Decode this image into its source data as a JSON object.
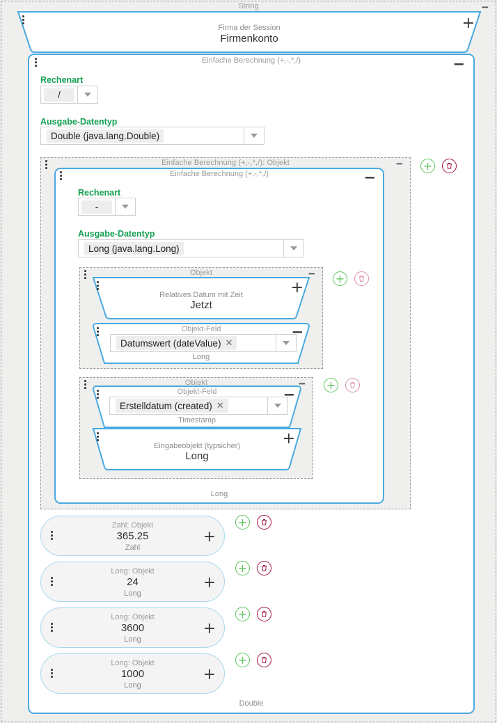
{
  "outer": {
    "type_label": "String",
    "collapse_icon": "minus-icon"
  },
  "session_block": {
    "title": "Firma der Session",
    "value": "Firmenkonto",
    "expand_icon": "plus-icon"
  },
  "calc_outer": {
    "title": "Einfache Berechnung (+,-,*,/)",
    "collapse_icon": "minus-icon",
    "operation_label": "Rechenart",
    "operation_value": "/",
    "datatype_label": "Ausgabe-Datentyp",
    "datatype_value": "Double (java.lang.Double)",
    "footer_type": "Double"
  },
  "calc_slot": {
    "slot_label": "Einfache Berechnung (+,-,*,/): Objekt",
    "collapse_icon": "minus-icon",
    "add_icon": "add-circle-icon",
    "delete_icon": "trash-circle-icon"
  },
  "calc_inner": {
    "title": "Einfache Berechnung (+,-,*,/)",
    "collapse_icon": "minus-icon",
    "operation_label": "Rechenart",
    "operation_value": "-",
    "datatype_label": "Ausgabe-Datentyp",
    "datatype_value": "Long (java.lang.Long)",
    "footer_type": "Long"
  },
  "objekt_slot_1": {
    "slot_label": "Objekt",
    "collapse_icon": "minus-icon",
    "add_icon": "add-circle-icon",
    "delete_icon": "trash-circle-icon",
    "date_block": {
      "title": "Relatives Datum mit Zeit",
      "value": "Jetzt",
      "expand_icon": "plus-icon"
    },
    "field_block": {
      "title": "Objekt-Feld",
      "collapse_icon": "minus-icon",
      "chip_value": "Datumswert (dateValue)",
      "chip_clear_icon": "clear-icon",
      "type": "Long"
    }
  },
  "objekt_slot_2": {
    "slot_label": "Objekt",
    "collapse_icon": "minus-icon",
    "add_icon": "add-circle-icon",
    "delete_icon": "trash-circle-icon",
    "field_block": {
      "title": "Objekt-Feld",
      "collapse_icon": "minus-icon",
      "chip_value": "Erstelldatum (created)",
      "chip_clear_icon": "clear-icon",
      "type": "Timestamp"
    },
    "input_block": {
      "title": "Eingabeobjekt (typsicher)",
      "value": "Long",
      "expand_icon": "plus-icon"
    }
  },
  "value_cards": [
    {
      "title": "Zahl: Objekt",
      "value": "365.25",
      "type": "Zahl",
      "add_icon": "add-circle-icon",
      "delete_icon": "trash-circle-icon",
      "expand_icon": "plus-icon"
    },
    {
      "title": "Long: Objekt",
      "value": "24",
      "type": "Long",
      "add_icon": "add-circle-icon",
      "delete_icon": "trash-circle-icon",
      "expand_icon": "plus-icon"
    },
    {
      "title": "Long: Objekt",
      "value": "3600",
      "type": "Long",
      "add_icon": "add-circle-icon",
      "delete_icon": "trash-circle-icon",
      "expand_icon": "plus-icon"
    },
    {
      "title": "Long: Objekt",
      "value": "1000",
      "type": "Long",
      "add_icon": "add-circle-icon",
      "delete_icon": "trash-circle-icon",
      "expand_icon": "plus-icon"
    }
  ],
  "colors": {
    "accent_blue": "#4aa9e0",
    "pill_border": "#a9d8ee",
    "label_green": "#13a052",
    "add_green": "#5ec65e",
    "delete_red": "#a4123f",
    "muted_text": "#9b9b9b",
    "page_bg": "#efefee"
  }
}
